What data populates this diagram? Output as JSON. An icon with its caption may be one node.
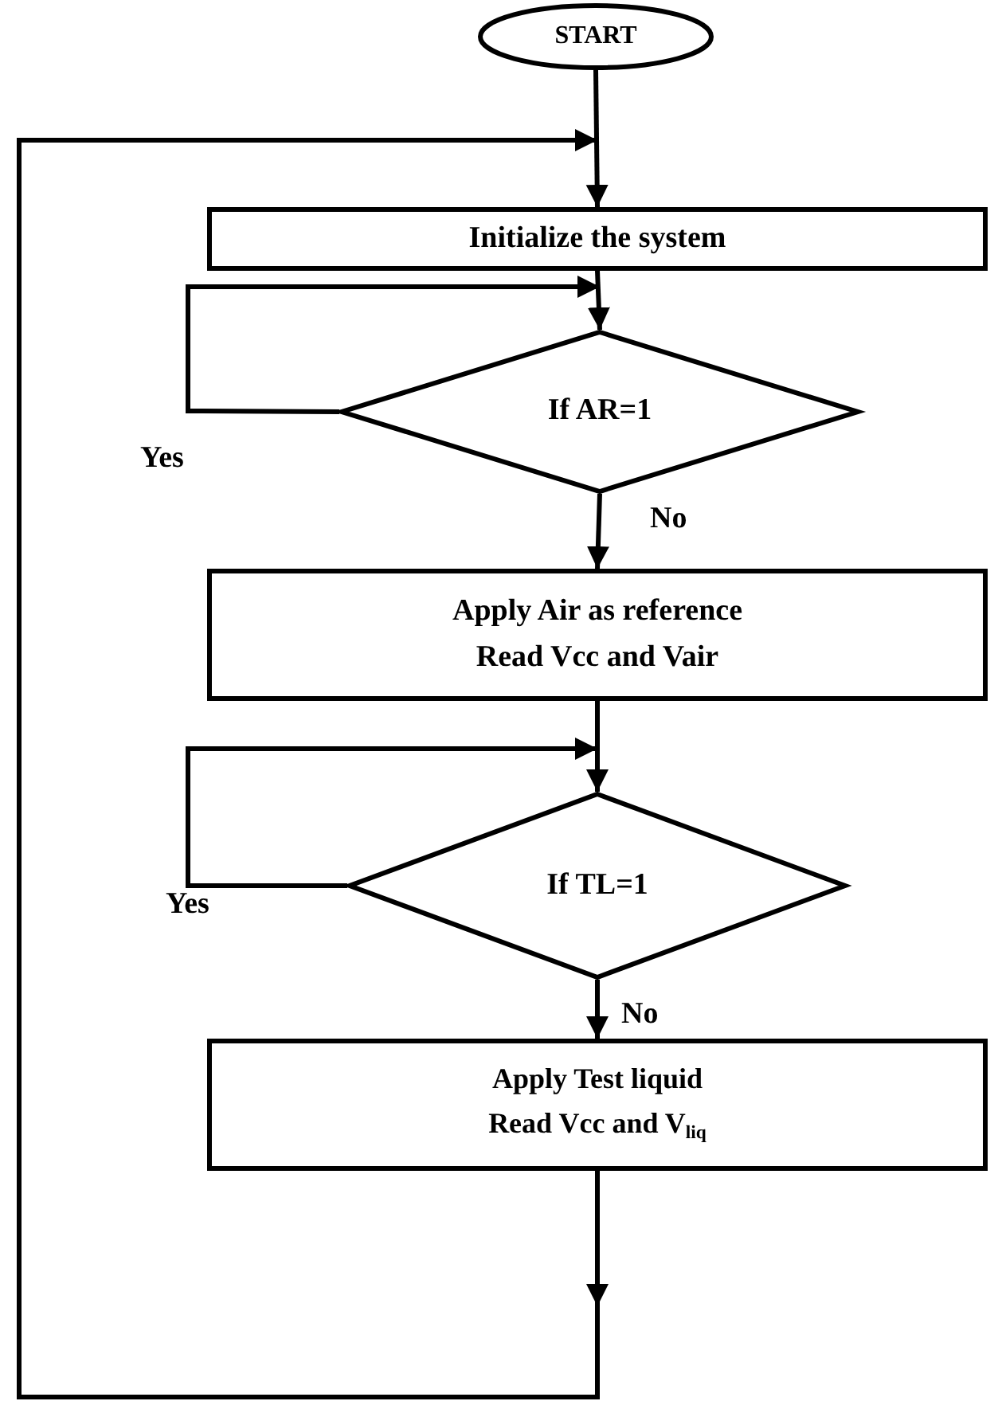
{
  "diagram": {
    "nodes": [
      {
        "text": [
          "START"
        ]
      },
      {
        "text": [
          "Initialize the system"
        ]
      },
      {
        "text": [
          "If AR=1"
        ]
      },
      {
        "text": [
          "Apply Air as reference",
          "Read Vcc and Vair"
        ]
      },
      {
        "text": [
          "If TL=1"
        ]
      },
      {
        "text": [
          "Apply Test liquid",
          "Read Vcc and V$_{liq}$"
        ]
      }
    ],
    "edges": [
      {
        "from": 0,
        "to": 1,
        "arrow": "to"
      },
      {
        "from": 1,
        "to": 2,
        "arrow": "to"
      },
      {
        "from": 2,
        "to": 2,
        "arrow": "to",
        "label": "Yes"
      },
      {
        "from": 2,
        "to": 3,
        "arrow": "to",
        "label": "No"
      },
      {
        "from": 3,
        "to": 4,
        "arrow": "to"
      },
      {
        "from": 4,
        "to": 4,
        "arrow": "to",
        "label": "Yes"
      },
      {
        "from": 4,
        "to": 5,
        "arrow": "to",
        "label": "No"
      },
      {
        "from": 5,
        "to": 1,
        "arrow": "to"
      }
    ]
  }
}
